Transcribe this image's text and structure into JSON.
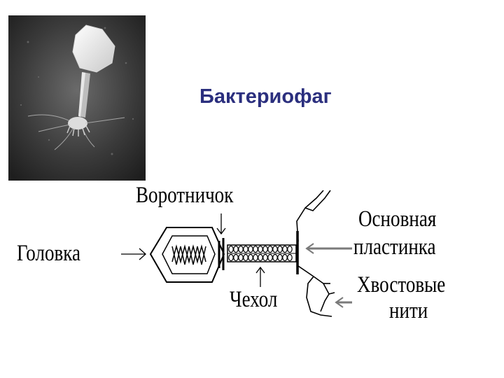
{
  "slide": {
    "title": "Бактериофаг"
  },
  "photo": {
    "icon": "bacteriophage-micrograph"
  },
  "diagram": {
    "labels": {
      "collar": "Воротничок",
      "head": "Головка",
      "sheath": "Чехол",
      "base_plate_line1": "Основная",
      "base_plate_line2": "пластинка",
      "tail_fibers_line1": "Хвостовые",
      "tail_fibers_line2": "нити"
    }
  }
}
